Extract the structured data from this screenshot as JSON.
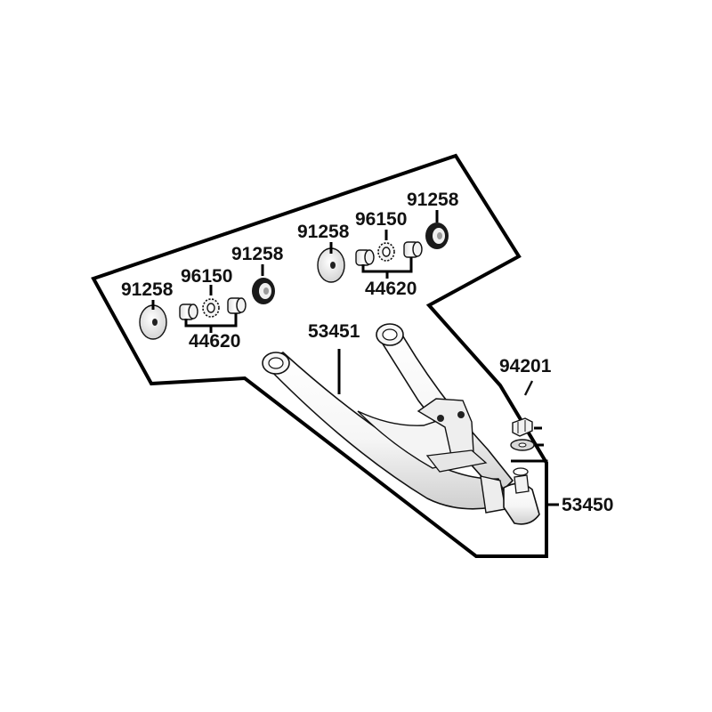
{
  "diagram": {
    "labels": {
      "l1": "91258",
      "l2": "96150",
      "l3": "91258",
      "l4": "91258",
      "l5": "96150",
      "l6": "91258",
      "l7": "44620",
      "l8": "44620",
      "l9": "53451",
      "l10": "94201",
      "l11": "53450"
    }
  }
}
